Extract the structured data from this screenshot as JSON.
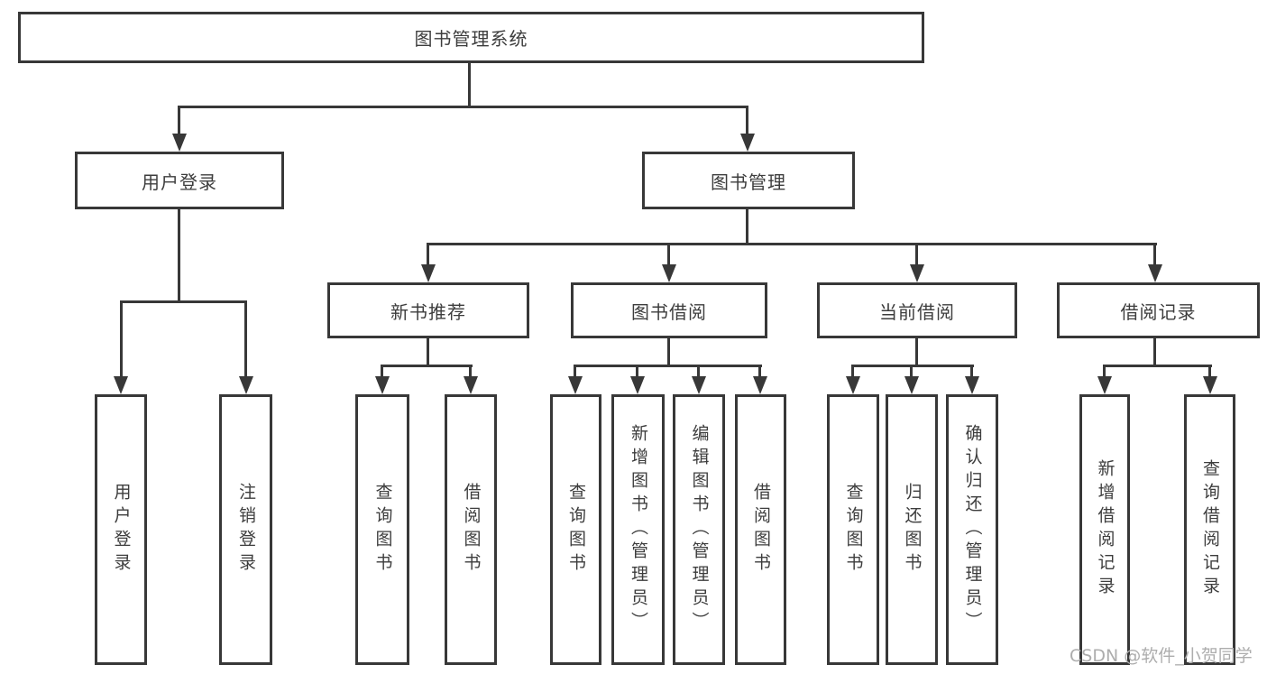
{
  "diagram": {
    "type": "hierarchy",
    "title": "图书管理系统",
    "watermark": "CSDN @软件_小贺同学",
    "colors": {
      "background": "#ffffff",
      "line": "#383838",
      "text": "#3d3d3d",
      "watermark": "#adadad"
    },
    "edges": [
      [
        "图书管理系统",
        "用户登录"
      ],
      [
        "图书管理系统",
        "图书管理"
      ],
      [
        "用户登录",
        "用户登录(叶)"
      ],
      [
        "用户登录",
        "注销登录"
      ],
      [
        "图书管理",
        "新书推荐"
      ],
      [
        "图书管理",
        "图书借阅"
      ],
      [
        "图书管理",
        "当前借阅"
      ],
      [
        "图书管理",
        "借阅记录"
      ],
      [
        "新书推荐",
        "查询图书"
      ],
      [
        "新书推荐",
        "借阅图书"
      ],
      [
        "图书借阅",
        "查询图书"
      ],
      [
        "图书借阅",
        "新增图书（管理员）"
      ],
      [
        "图书借阅",
        "编辑图书（管理员）"
      ],
      [
        "图书借阅",
        "借阅图书"
      ],
      [
        "当前借阅",
        "查询图书"
      ],
      [
        "当前借阅",
        "归还图书"
      ],
      [
        "当前借阅",
        "确认归还（管理员）"
      ],
      [
        "借阅记录",
        "新增借阅记录"
      ],
      [
        "借阅记录",
        "查询借阅记录"
      ]
    ]
  },
  "nodes": {
    "root": "图书管理系统",
    "user_login": "用户登录",
    "book_mgmt": "图书管理",
    "new_books": "新书推荐",
    "book_borrow": "图书借阅",
    "current_borrow": "当前借阅",
    "borrow_records": "借阅记录",
    "leaf_user_login": "用户登录",
    "leaf_logout": "注销登录",
    "nb_query_books": "查询图书",
    "nb_borrow_books": "借阅图书",
    "bb_query_books": "查询图书",
    "bb_add_books": "新增图书（管理员）",
    "bb_edit_books": "编辑图书（管理员）",
    "bb_borrow_books": "借阅图书",
    "cb_query_books": "查询图书",
    "cb_return_books": "归还图书",
    "cb_confirm_return": "确认归还（管理员）",
    "br_add_record": "新增借阅记录",
    "br_query_record": "查询借阅记录"
  },
  "watermark": {
    "text": "CSDN @软件_小贺同学"
  }
}
